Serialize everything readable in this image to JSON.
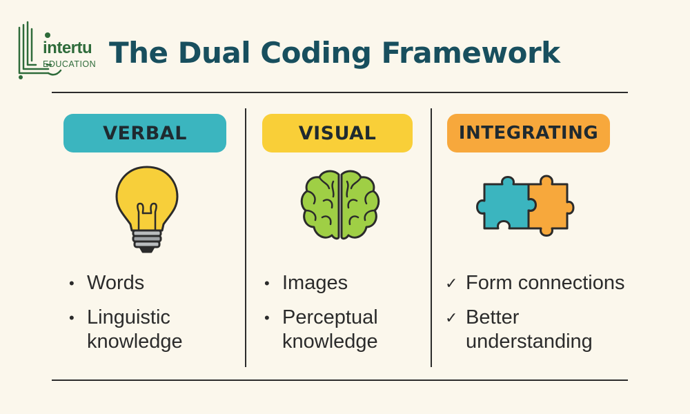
{
  "logo": {
    "name": "intertu",
    "subtitle": "EDUCATION"
  },
  "title": "The Dual Coding Framework",
  "columns": [
    {
      "label": "VERBAL",
      "icon": "lightbulb-icon",
      "color": "#3bb5bf",
      "marker": "•",
      "items": [
        "Words",
        "Linguistic\nknowledge"
      ]
    },
    {
      "label": "VISUAL",
      "icon": "brain-icon",
      "color": "#f9cf38",
      "marker": "•",
      "items": [
        "Images",
        "Perceptual\nknowledge"
      ]
    },
    {
      "label": "INTEGRATING",
      "icon": "puzzle-icon",
      "color": "#f7a83c",
      "marker": "✓",
      "items": [
        "Form connections",
        "Better\nunderstanding"
      ]
    }
  ]
}
